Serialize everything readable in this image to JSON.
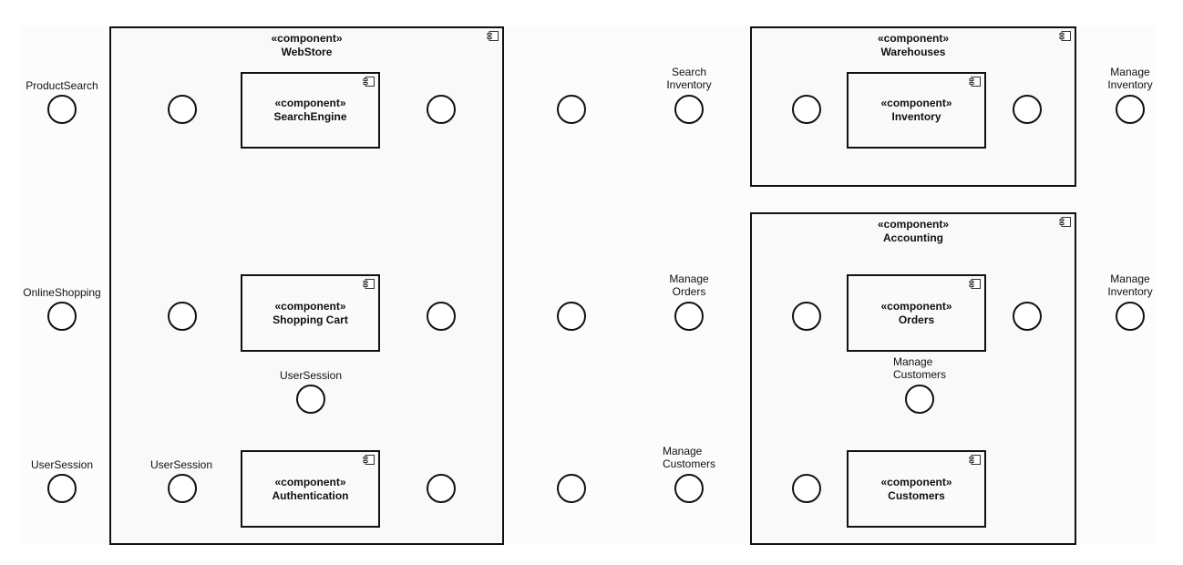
{
  "diagram": {
    "type": "UML component diagram",
    "stereotype": "«component»",
    "components": [
      {
        "id": "webstore",
        "name": "WebStore",
        "children": [
          {
            "id": "search-engine",
            "name": "SearchEngine"
          },
          {
            "id": "shopping-cart",
            "name": "Shopping Cart"
          },
          {
            "id": "authentication",
            "name": "Authentication"
          }
        ]
      },
      {
        "id": "warehouses",
        "name": "Warehouses",
        "children": [
          {
            "id": "inventory",
            "name": "Inventory"
          }
        ]
      },
      {
        "id": "accounting",
        "name": "Accounting",
        "children": [
          {
            "id": "orders",
            "name": "Orders"
          },
          {
            "id": "customers",
            "name": "Customers"
          }
        ]
      }
    ],
    "interfaces": {
      "product_search": "ProductSearch",
      "online_shopping": "OnlineShopping",
      "user_session_outer": "UserSession",
      "user_session_auth": "UserSession",
      "user_session_cart": "UserSession",
      "search_inventory": "Search\nInventory",
      "search_inventory_l1": "Search",
      "search_inventory_l2": "Inventory",
      "manage_orders_l1": "Manage",
      "manage_orders_l2": "Orders",
      "manage_customers_mid_l1": "Manage",
      "manage_customers_mid_l2": "Customers",
      "manage_customers_acc_l1": "Manage",
      "manage_customers_acc_l2": "Customers",
      "manage_inventory_top_l1": "Manage",
      "manage_inventory_top_l2": "Inventory",
      "manage_inventory_bottom_l1": "Manage",
      "manage_inventory_bottom_l2": "Inventory"
    },
    "icons": {
      "component": "uml-component-icon",
      "interface": "lollipop-interface-circle"
    }
  }
}
